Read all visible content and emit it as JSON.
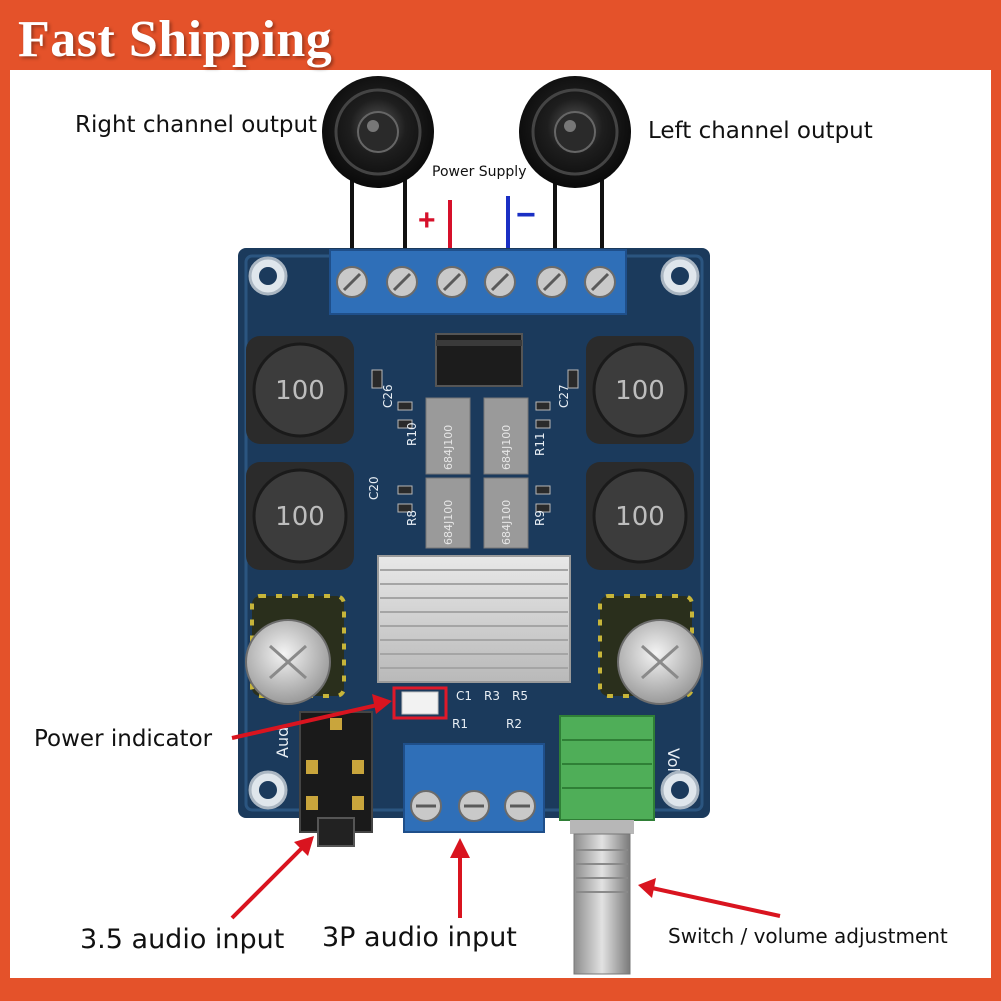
{
  "banner": {
    "text": "Fast Shipping"
  },
  "labels": {
    "right_channel": "Right channel output",
    "left_channel": "Left channel output",
    "power_supply": "Power Supply",
    "plus": "+",
    "minus": "−",
    "power_indicator": "Power indicator",
    "audio_35": "3.5 audio input",
    "audio_3p": "3P audio input",
    "switch_volume": "Switch / volume adjustment"
  },
  "board": {
    "inductor_marking": "100",
    "resistor_marking": "684J100",
    "silkscreen": [
      "C26",
      "C27",
      "C20",
      "R10",
      "R11",
      "R8",
      "R9",
      "C1",
      "R3",
      "R5",
      "R1",
      "R2",
      "Vol",
      "Aud"
    ]
  },
  "colors": {
    "background": "#e4522a",
    "pcb": "#1b3a5c",
    "terminal_block": "#2f6fb8",
    "arrow": "#d9141f",
    "potentiometer": "#4fae58"
  }
}
